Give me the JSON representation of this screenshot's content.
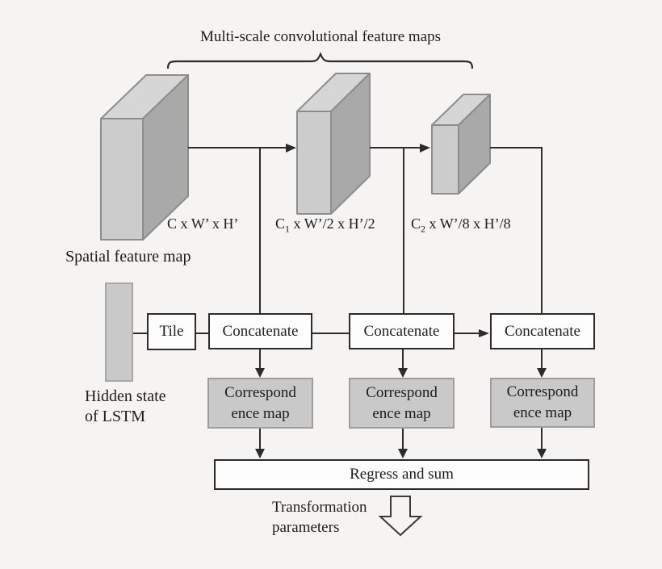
{
  "title": "Multi-scale convolutional feature maps",
  "feature_maps": [
    {
      "c": "C",
      "sub": "",
      "dims": " x W’ x H’"
    },
    {
      "c": "C",
      "sub": "1",
      "dims": " x W’/2 x H’/2"
    },
    {
      "c": "C",
      "sub": "2",
      "dims": " x W’/8 x H’/8"
    }
  ],
  "labels": {
    "spatial": "Spatial feature map",
    "hidden_state": "Hidden state\nof LSTM",
    "output": "Transformation\nparameters"
  },
  "boxes": {
    "tile": "Tile",
    "concatenate_1": "Concatenate",
    "concatenate_2": "Concatenate",
    "concatenate_3": "Concatenate",
    "correspondence_1": "Correspond\nence map",
    "correspondence_2": "Correspond\nence map",
    "correspondence_3": "Correspond\nence map",
    "regress": "Regress and sum"
  },
  "colors": {
    "bg": "#f5f4f3",
    "line": "#2b2b2b",
    "ink": "#1c1c1c",
    "box_bg": "#fdfdfd",
    "gray_fill": "#c9c9c9",
    "gray_border": "#9d9d9d",
    "face_front": "#cccccc",
    "face_top": "#d6d6d6",
    "face_side": "#a9a9a9",
    "face_border": "#8c8c8c"
  }
}
